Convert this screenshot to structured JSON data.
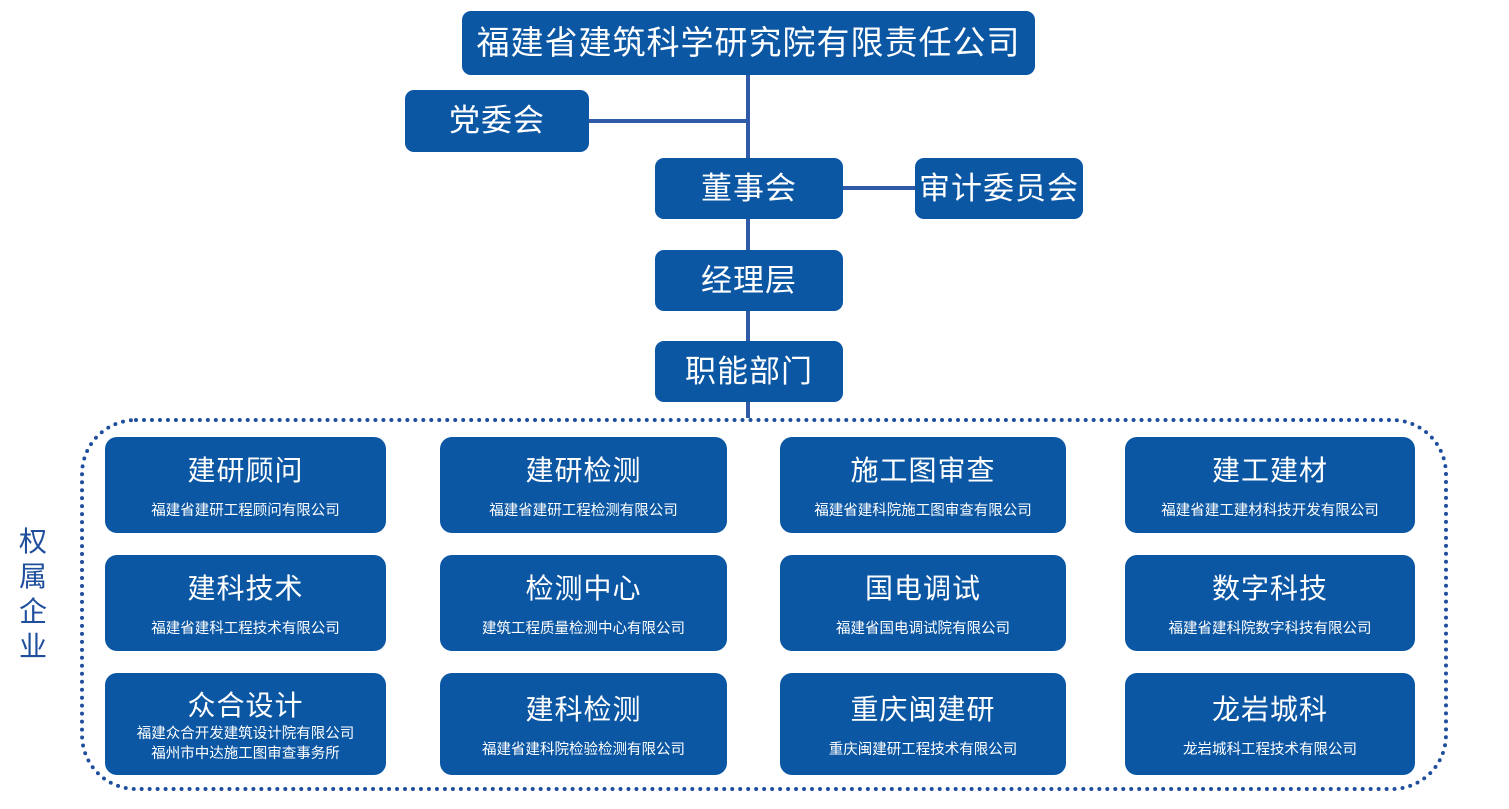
{
  "colors": {
    "box_fill": "#0B57A4",
    "connector": "#2E5AA8",
    "dotted_border": "#1F4E9C",
    "box_text": "#FFFFFF",
    "side_label_text": "#1F4E9C",
    "background": "#FFFFFF"
  },
  "hierarchy": {
    "company": "福建省建筑科学研究院有限责任公司",
    "party_committee": "党委会",
    "board": "董事会",
    "audit_committee": "审计委员会",
    "management": "经理层",
    "functional_departments": "职能部门"
  },
  "side_label": {
    "chars": [
      "权",
      "属",
      "企",
      "业"
    ],
    "text": "权属企业"
  },
  "subsidiaries": {
    "rows": [
      [
        {
          "name": "建研顾问",
          "desc": [
            "福建省建研工程顾问有限公司"
          ]
        },
        {
          "name": "建研检测",
          "desc": [
            "福建省建研工程检测有限公司"
          ]
        },
        {
          "name": "施工图审查",
          "desc": [
            "福建省建科院施工图审查有限公司"
          ]
        },
        {
          "name": "建工建材",
          "desc": [
            "福建省建工建材科技开发有限公司"
          ]
        }
      ],
      [
        {
          "name": "建科技术",
          "desc": [
            "福建省建科工程技术有限公司"
          ]
        },
        {
          "name": "检测中心",
          "desc": [
            "建筑工程质量检测中心有限公司"
          ]
        },
        {
          "name": "国电调试",
          "desc": [
            "福建省国电调试院有限公司"
          ]
        },
        {
          "name": "数字科技",
          "desc": [
            "福建省建科院数字科技有限公司"
          ]
        }
      ],
      [
        {
          "name": "众合设计",
          "desc": [
            "福建众合开发建筑设计院有限公司",
            "福州市中达施工图审查事务所"
          ]
        },
        {
          "name": "建科检测",
          "desc": [
            "福建省建科院检验检测有限公司"
          ]
        },
        {
          "name": "重庆闽建研",
          "desc": [
            "重庆闽建研工程技术有限公司"
          ]
        },
        {
          "name": "龙岩城科",
          "desc": [
            "龙岩城科工程技术有限公司"
          ]
        }
      ]
    ]
  }
}
